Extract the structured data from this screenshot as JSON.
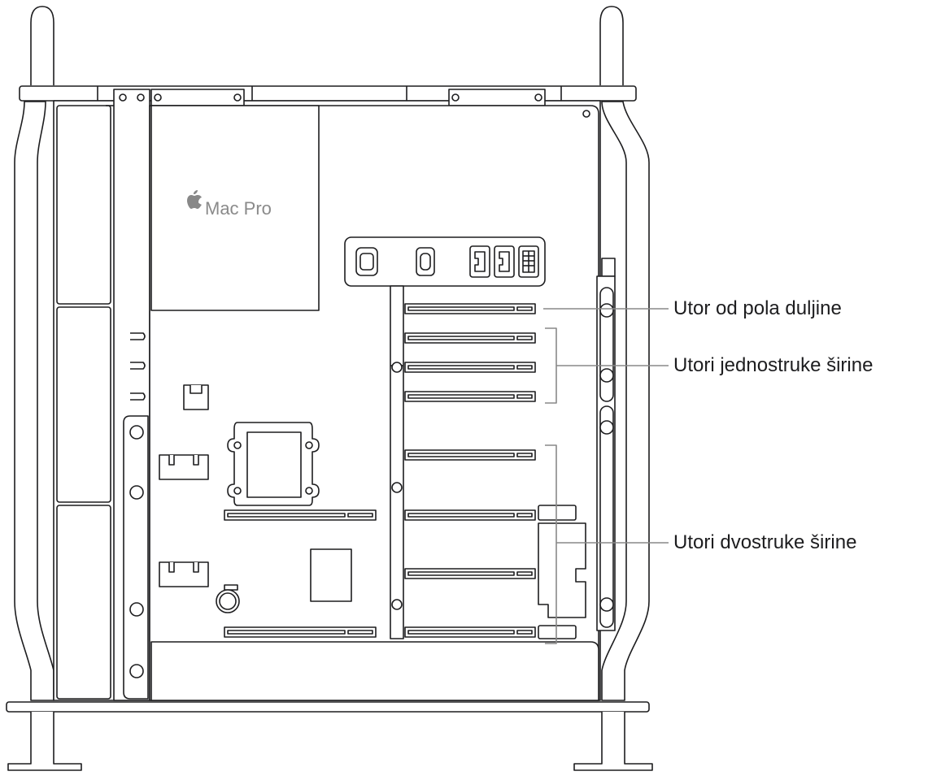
{
  "product_label": {
    "logo": "apple-logo-icon",
    "text": "Mac Pro"
  },
  "callouts": {
    "half_length": "Utor od pola duljine",
    "single_width": "Utori jednostruke širine",
    "double_width": "Utori dvostruke širine"
  },
  "colors": {
    "stroke": "#1d1d1f",
    "fill": "#ffffff",
    "leader": "#888888"
  }
}
